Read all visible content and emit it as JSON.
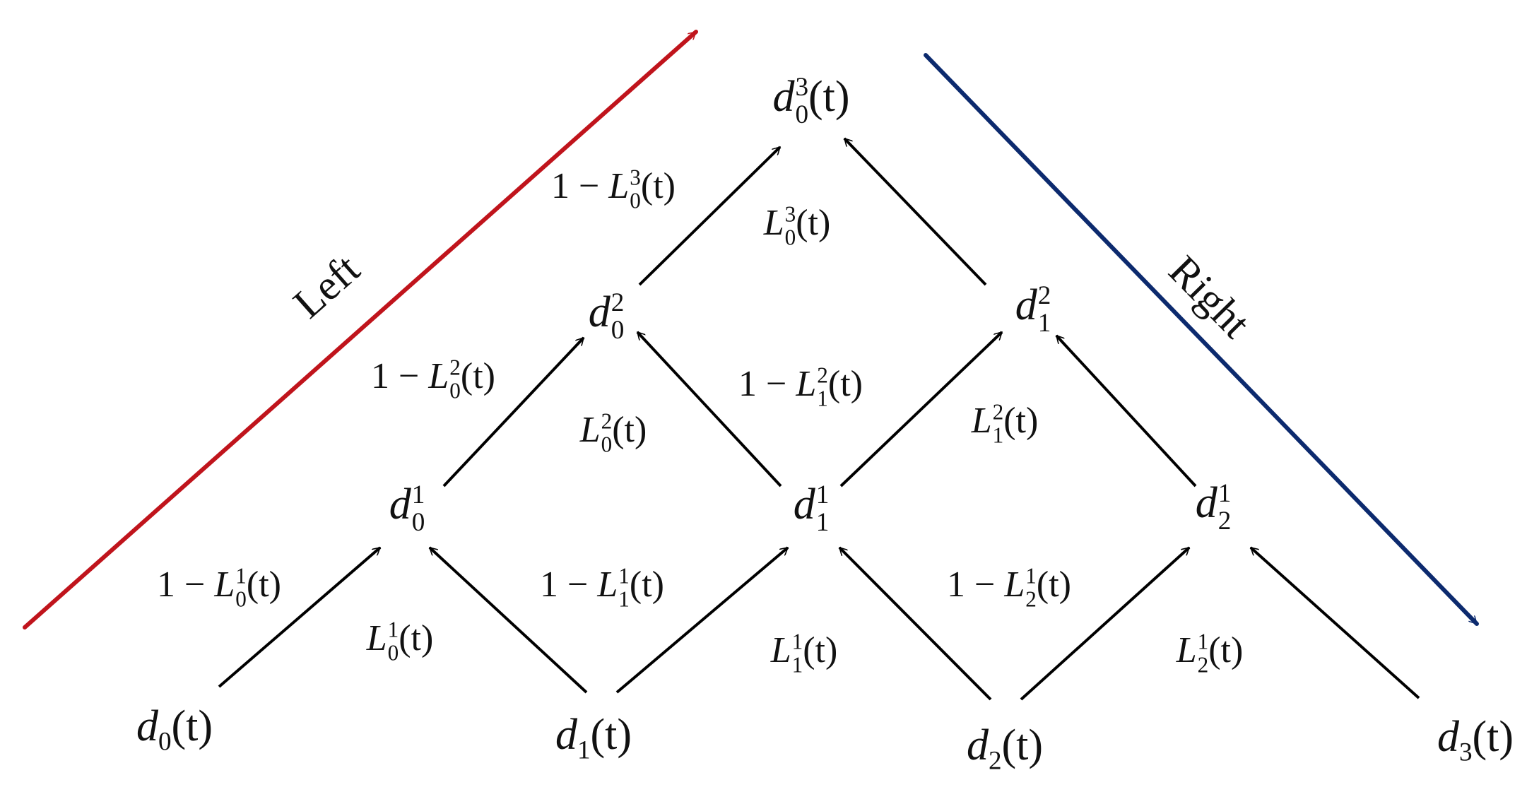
{
  "colors": {
    "left_arrow": "#c0141c",
    "right_arrow": "#0c2a6e",
    "edges": "#000000"
  },
  "directions": {
    "left": "Left",
    "right": "Right"
  },
  "nodes": {
    "d0t": {
      "base": "d",
      "sub": "0",
      "sup": "",
      "arg": "(t)"
    },
    "d1t": {
      "base": "d",
      "sub": "1",
      "sup": "",
      "arg": "(t)"
    },
    "d2t": {
      "base": "d",
      "sub": "2",
      "sup": "",
      "arg": "(t)"
    },
    "d3t": {
      "base": "d",
      "sub": "3",
      "sup": "",
      "arg": "(t)"
    },
    "d01": {
      "base": "d",
      "sub": "0",
      "sup": "1",
      "arg": ""
    },
    "d11": {
      "base": "d",
      "sub": "1",
      "sup": "1",
      "arg": ""
    },
    "d21": {
      "base": "d",
      "sub": "2",
      "sup": "1",
      "arg": ""
    },
    "d02": {
      "base": "d",
      "sub": "0",
      "sup": "2",
      "arg": ""
    },
    "d12": {
      "base": "d",
      "sub": "1",
      "sup": "2",
      "arg": ""
    },
    "d03": {
      "base": "d",
      "sub": "0",
      "sup": "3",
      "arg": "(t)"
    }
  },
  "edge_labels": {
    "one_minus_L01": {
      "prefix": "1 − ",
      "base": "L",
      "sub": "0",
      "sup": "1",
      "arg": "(t)"
    },
    "L01": {
      "prefix": "",
      "base": "L",
      "sub": "0",
      "sup": "1",
      "arg": "(t)"
    },
    "one_minus_L11": {
      "prefix": "1 − ",
      "base": "L",
      "sub": "1",
      "sup": "1",
      "arg": "(t)"
    },
    "L11": {
      "prefix": "",
      "base": "L",
      "sub": "1",
      "sup": "1",
      "arg": "(t)"
    },
    "one_minus_L21": {
      "prefix": "1 − ",
      "base": "L",
      "sub": "2",
      "sup": "1",
      "arg": "(t)"
    },
    "L21": {
      "prefix": "",
      "base": "L",
      "sub": "2",
      "sup": "1",
      "arg": "(t)"
    },
    "one_minus_L02": {
      "prefix": "1 − ",
      "base": "L",
      "sub": "0",
      "sup": "2",
      "arg": "(t)"
    },
    "L02": {
      "prefix": "",
      "base": "L",
      "sub": "0",
      "sup": "2",
      "arg": "(t)"
    },
    "one_minus_L12": {
      "prefix": "1 − ",
      "base": "L",
      "sub": "1",
      "sup": "2",
      "arg": "(t)"
    },
    "L12": {
      "prefix": "",
      "base": "L",
      "sub": "1",
      "sup": "2",
      "arg": "(t)"
    },
    "one_minus_L03": {
      "prefix": "1 − ",
      "base": "L",
      "sub": "0",
      "sup": "3",
      "arg": "(t)"
    },
    "L03": {
      "prefix": "",
      "base": "L",
      "sub": "0",
      "sup": "3",
      "arg": "(t)"
    }
  }
}
